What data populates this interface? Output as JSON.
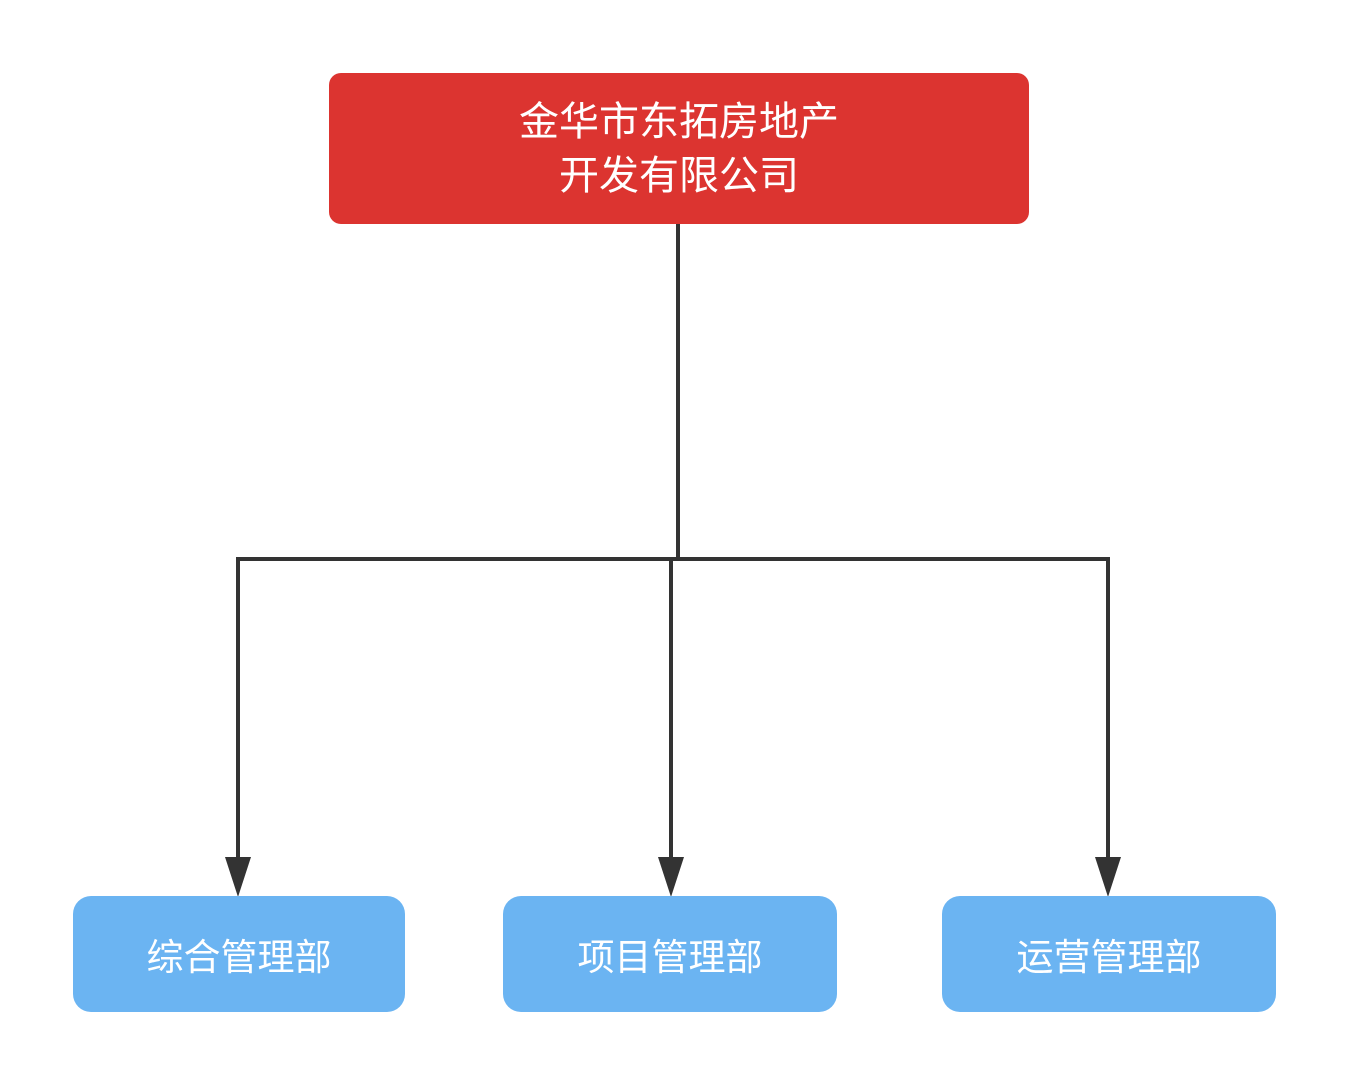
{
  "diagram": {
    "type": "org-chart",
    "background": "#ffffff",
    "connector_color": "#333333",
    "root_node": {
      "label": "金华市东拓房地产开发有限公司",
      "label_lines": [
        "金华市东拓房地产",
        "开发有限公司"
      ],
      "fill": "#dc3430",
      "text_color": "#ffffff"
    },
    "child_nodes": [
      {
        "label": "综合管理部",
        "fill": "#6bb4f2",
        "text_color": "#ffffff"
      },
      {
        "label": "项目管理部",
        "fill": "#6bb4f2",
        "text_color": "#ffffff"
      },
      {
        "label": "运营管理部",
        "fill": "#6bb4f2",
        "text_color": "#ffffff"
      }
    ]
  }
}
